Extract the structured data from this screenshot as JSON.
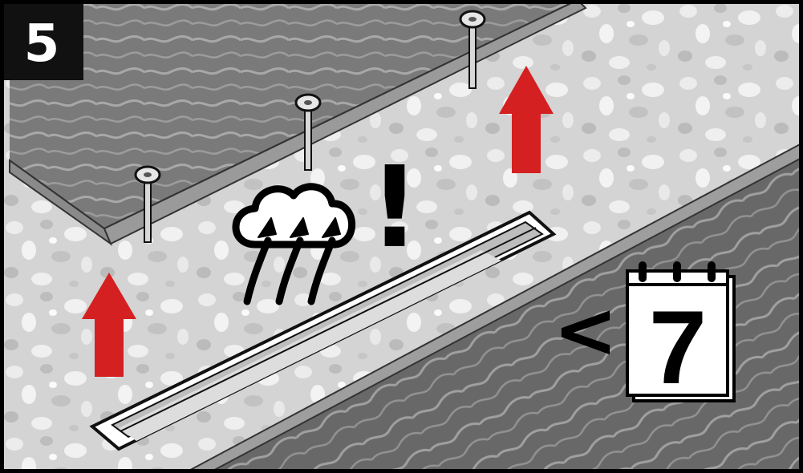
{
  "step_number": "5",
  "warning_symbol": "!",
  "comparison_symbol": "<",
  "calendar_days": "7",
  "icons": {
    "step_badge": "step-number-badge",
    "moisture": "cloud-with-rising-arrows-icon",
    "calendar": "calendar-icon",
    "warning": "exclamation-icon",
    "arrows": "red-up-arrow-icon",
    "nails": "nail-icon"
  },
  "colors": {
    "badge_background": "#111111",
    "badge_text": "#ffffff",
    "arrow": "#d42020",
    "concrete": "#d9d9d9",
    "wood_panel": "#7d7d7d",
    "wood_floor": "#6a6a6a",
    "frame": "#000000"
  }
}
